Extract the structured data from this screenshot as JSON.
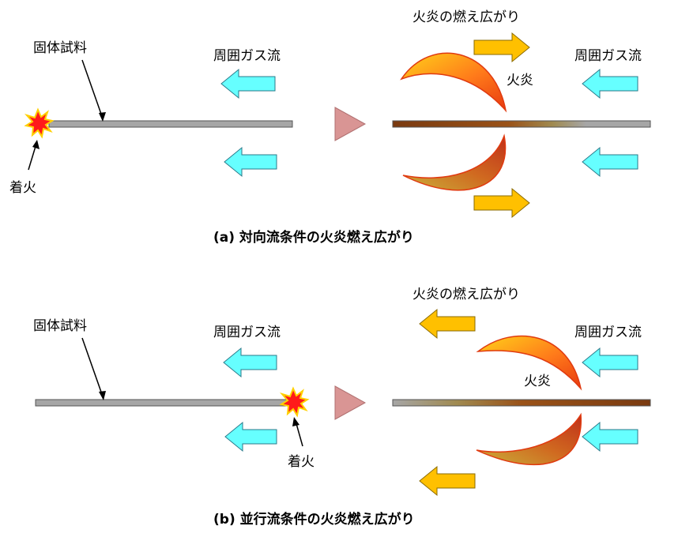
{
  "panel_a": {
    "solid_sample": "固体試料",
    "ignition": "着火",
    "ambient_gas_flow_left": "周囲ガス流",
    "flame_spread": "火炎の燃え広がり",
    "flame": "火炎",
    "ambient_gas_flow_right": "周囲ガス流",
    "caption": "(a)  対向流条件の火炎燃え広がり"
  },
  "panel_b": {
    "solid_sample": "固体試料",
    "ignition": "着火",
    "ambient_gas_flow_left": "周囲ガス流",
    "flame_spread": "火炎の燃え広がり",
    "flame": "火炎",
    "ambient_gas_flow_right": "周囲ガス流",
    "caption": "(b)  並行流条件の火炎燃え広がり"
  },
  "colors": {
    "gas_arrow": "#66FFFF",
    "spread_arrow": "#FFC000",
    "flame_outer": "#FF3300",
    "flame_inner": "#FFCC00",
    "burnt_rod": "#8B4513",
    "unburnt_rod": "#A6A6A6",
    "transition_triangle": "#D99594",
    "ignition_burst": "#FF0000"
  }
}
